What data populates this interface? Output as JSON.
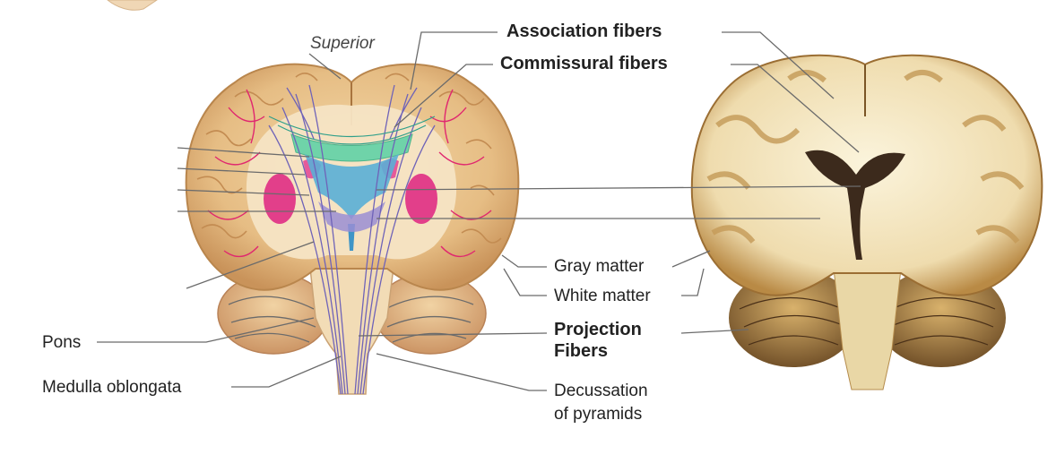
{
  "labels": {
    "superior": "Superior",
    "association_fibers": "Association fibers",
    "commissural_fibers": "Commissural fibers",
    "gray_matter": "Gray matter",
    "white_matter": "White matter",
    "projection_fibers_line1": "Projection",
    "projection_fibers_line2": "Fibers",
    "pons": "Pons",
    "medulla_oblongata": "Medulla oblongata",
    "decussation_line1": "Decussation",
    "decussation_line2": "of pyramids"
  },
  "colors": {
    "cortex": "#e9c48f",
    "cortex_shadow": "#c9935a",
    "white_matter": "#f7e8cf",
    "ventricle": "#5aaed6",
    "basal_nuclei": "#e23f8a",
    "commissure": "#6fd3a9",
    "fiber_lines": "#6f63b8",
    "association_fibers": "#e0276f",
    "photo_white": "#f3ecd0",
    "photo_gray": "#c79a55",
    "photo_dark": "#3c2a1c",
    "leader_line": "#6b6b6b"
  }
}
